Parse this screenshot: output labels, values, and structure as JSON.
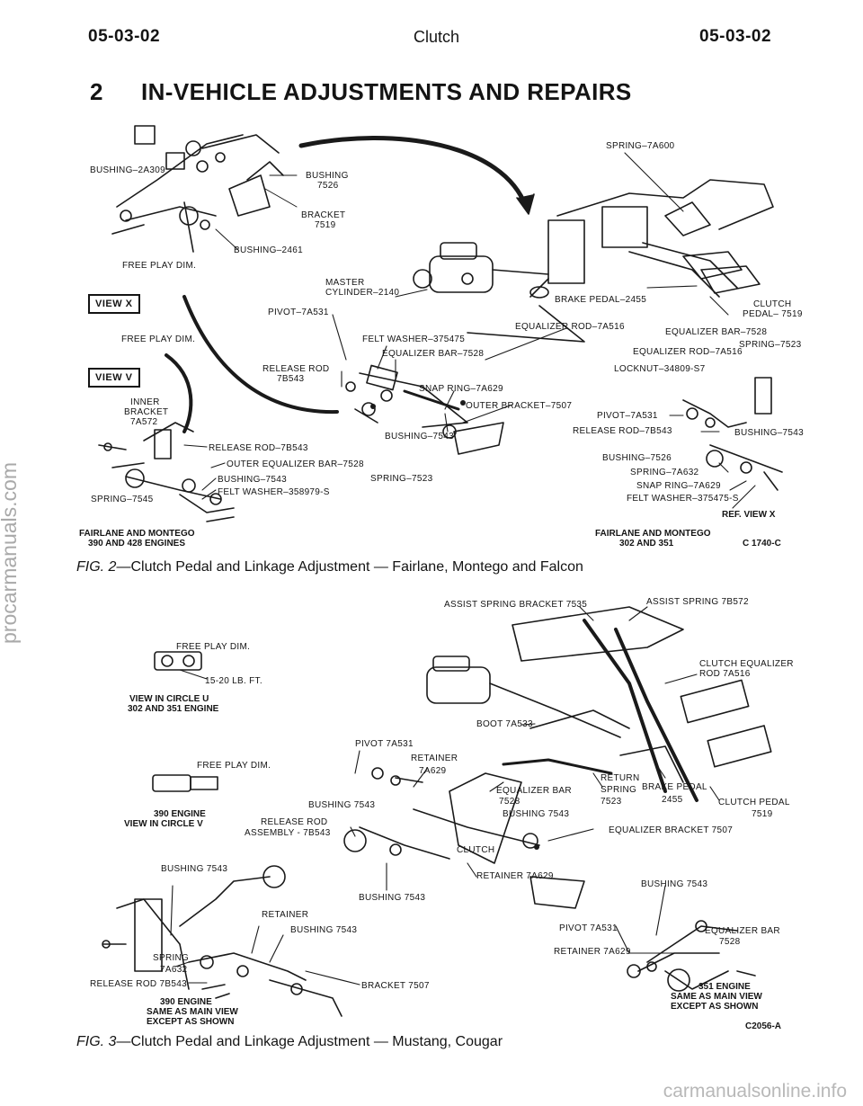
{
  "header": {
    "left": "05-03-02",
    "center": "Clutch",
    "right": "05-03-02"
  },
  "section": {
    "number": "2",
    "title": "IN-VEHICLE ADJUSTMENTS AND REPAIRS"
  },
  "fig2": {
    "labels": {
      "bushing_2a309": "BUSHING–2A309",
      "bushing_7526_a": "BUSHING",
      "bushing_7526_b": "7526",
      "bracket_7519_a": "BRACKET",
      "bracket_7519_b": "7519",
      "bushing_2461": "BUSHING–2461",
      "free_play_1": "FREE PLAY DIM.",
      "view_x": "VIEW X",
      "free_play_2": "FREE PLAY DIM.",
      "view_v": "VIEW V",
      "inner_bracket_a": "INNER",
      "inner_bracket_b": "BRACKET",
      "inner_bracket_c": "7A572",
      "master_cyl_a": "MASTER",
      "master_cyl_b": "CYLINDER–2140",
      "pivot_7a531": "PIVOT–7A531",
      "felt_washer_375475": "FELT WASHER–375475",
      "equalizer_bar_7528": "EQUALIZER BAR–7528",
      "release_rod_a": "RELEASE ROD",
      "release_rod_b": "7B543",
      "snap_ring": "SNAP RING–7A629",
      "outer_bracket": "OUTER BRACKET–7507",
      "bushing_7543": "BUSHING–7543",
      "release_rod_7b543": "RELEASE ROD–7B543",
      "outer_eq_bar": "OUTER EQUALIZER BAR–7528",
      "bushing_7543_b": "BUSHING–7543",
      "felt_washer_358979": "FELT WASHER–358979-S",
      "spring_7545": "SPRING–7545",
      "spring_7523": "SPRING–7523",
      "spring_7a600": "SPRING–7A600",
      "brake_pedal_2455": "BRAKE PEDAL–2455",
      "clutch_pedal_a": "CLUTCH",
      "clutch_pedal_b": "PEDAL– 7519",
      "eq_rod_7a516": "EQUALIZER ROD–7A516",
      "r_eq_bar": "EQUALIZER BAR–7528",
      "r_spring_7523": "SPRING–7523",
      "r_eq_rod": "EQUALIZER ROD–7A516",
      "r_locknut": "LOCKNUT–34809-S7",
      "r_pivot": "PIVOT–7A531",
      "r_release_rod": "RELEASE ROD–7B543",
      "r_bushing_7543": "BUSHING–7543",
      "r_bushing_7526": "BUSHING–7526",
      "r_spring_7a632": "SPRING–7A632",
      "r_snap_ring": "SNAP RING–7A629",
      "r_felt_washer": "FELT WASHER–375475-S",
      "ref_view_x": "REF. VIEW X",
      "left_caption_a": "FAIRLANE AND MONTEGO",
      "left_caption_b": "390 AND 428 ENGINES",
      "right_caption_a": "FAIRLANE AND MONTEGO",
      "right_caption_b": "302 AND 351",
      "code": "C 1740-C"
    },
    "caption_fig": "FIG. 2",
    "caption_text": "—Clutch Pedal and Linkage Adjustment — Fairlane, Montego and Falcon"
  },
  "fig3": {
    "labels": {
      "assist_bracket": "ASSIST SPRING BRACKET 7535",
      "assist_spring": "ASSIST SPRING 7B572",
      "free_play_u": "FREE PLAY DIM.",
      "torque": "15-20 LB. FT.",
      "view_u_a": "VIEW IN CIRCLE U",
      "view_u_b": "302 AND 351 ENGINE",
      "clutch_eq_rod_a": "CLUTCH EQUALIZER",
      "clutch_eq_rod_b": "ROD 7A516",
      "boot": "BOOT 7A533",
      "pivot": "PIVOT 7A531",
      "retainer_a": "RETAINER",
      "retainer_b": "7A629",
      "free_play_v": "FREE PLAY DIM.",
      "bushing_7543_a": "BUSHING 7543",
      "eq_bar_a": "EQUALIZER BAR",
      "eq_bar_b": "7528",
      "return_a": "RETURN",
      "return_b": "SPRING",
      "return_c": "7523",
      "brake_pedal_a": "BRAKE PEDAL",
      "brake_pedal_b": "2455",
      "clutch_pedal_a": "CLUTCH PEDAL",
      "clutch_pedal_b": "7519",
      "view_v_a": "390 ENGINE",
      "view_v_b": "VIEW IN CIRCLE V",
      "release_rod_a": "RELEASE ROD",
      "release_rod_b": "ASSEMBLY - 7B543",
      "bushing_7543_b": "BUSHING 7543",
      "eq_bracket": "EQUALIZER BRACKET 7507",
      "clutch": "CLUTCH",
      "retainer_7a629": "RETAINER 7A629",
      "bushing_7543_c": "BUSHING 7543",
      "bushing_7543_d": "BUSHING 7543",
      "retainer_l": "RETAINER",
      "bushing_7543_e": "BUSHING 7543",
      "spring_7a632_a": "SPRING",
      "spring_7a632_b": "7A632",
      "release_rod_7b543": "RELEASE ROD 7B543",
      "bracket_7507": "BRACKET 7507",
      "bushing_7543_r": "BUSHING 7543",
      "pivot_7a531": "PIVOT 7A531",
      "eq_bar_r_a": "EQUALIZER BAR",
      "eq_bar_r_b": "7528",
      "retainer_r": "RETAINER 7A629",
      "left_caption_a": "390 ENGINE",
      "left_caption_b": "SAME AS MAIN VIEW",
      "left_caption_c": "EXCEPT AS SHOWN",
      "right_caption_a": "351 ENGINE",
      "right_caption_b": "SAME AS MAIN VIEW",
      "right_caption_c": "EXCEPT AS SHOWN",
      "code": "C2056-A"
    },
    "caption_fig": "FIG. 3",
    "caption_text": "—Clutch Pedal and Linkage Adjustment — Mustang, Cougar"
  },
  "side_watermark": "procarmanuals.com",
  "footer_watermark": "carmanualsonline.info"
}
